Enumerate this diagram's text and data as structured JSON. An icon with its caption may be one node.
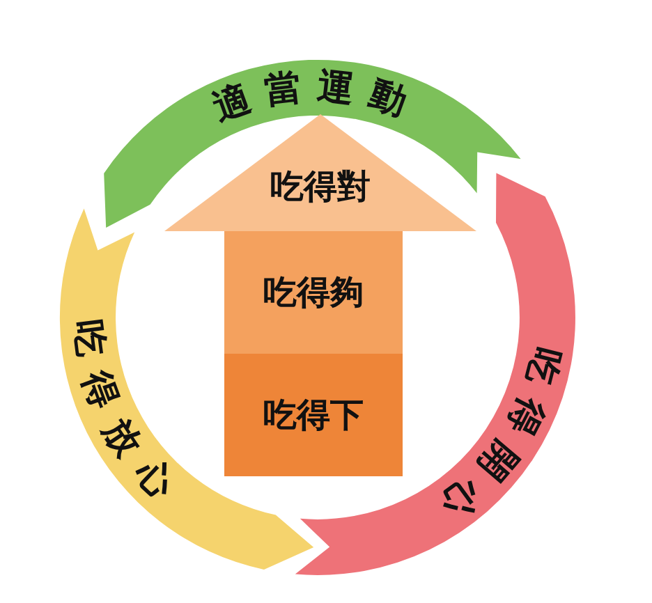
{
  "diagram": {
    "nodes": [
      {
        "text": [
          "適當運動"
        ]
      },
      {
        "text": [
          "吃得對"
        ]
      },
      {
        "text": [
          "吃得夠"
        ]
      },
      {
        "text": [
          "吃得下"
        ]
      },
      {
        "text": [
          "吃得放心"
        ]
      },
      {
        "text": [
          "吃得開心"
        ]
      }
    ]
  }
}
